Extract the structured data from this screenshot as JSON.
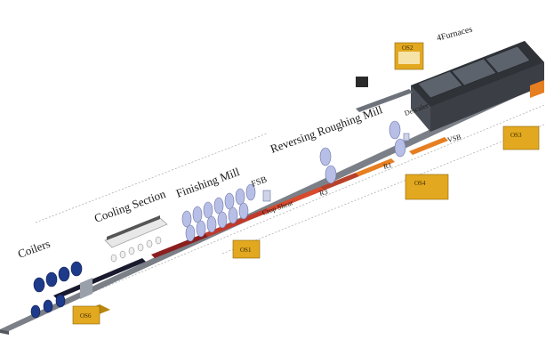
{
  "labels": {
    "coilers": "Coilers",
    "cooling_section": "Cooling Section",
    "finishing_mill": "Finishing Mill",
    "fsb": "FSB",
    "crop_shear": "Crop Shear",
    "reversing_roughing_mill": "Reversing Roughing Mill",
    "r1": "R1",
    "r3": "R3",
    "descaler": "Descaler",
    "vsb": "VSB",
    "furnaces": "4Furnaces"
  },
  "operator_stations": {
    "os1": "OS1",
    "os2": "OS2",
    "os3": "OS3",
    "os4": "OS4",
    "os6": "OS6"
  },
  "colors": {
    "station": "#e2a81f",
    "station_dark": "#b9860e",
    "rollers": "#b8bfe6",
    "coil": "#1e3a8a",
    "hot_strip": "#c0392b",
    "warm_slab": "#e67e22",
    "furnace_roof": "#3b3f45",
    "line": "#6b6f78"
  }
}
